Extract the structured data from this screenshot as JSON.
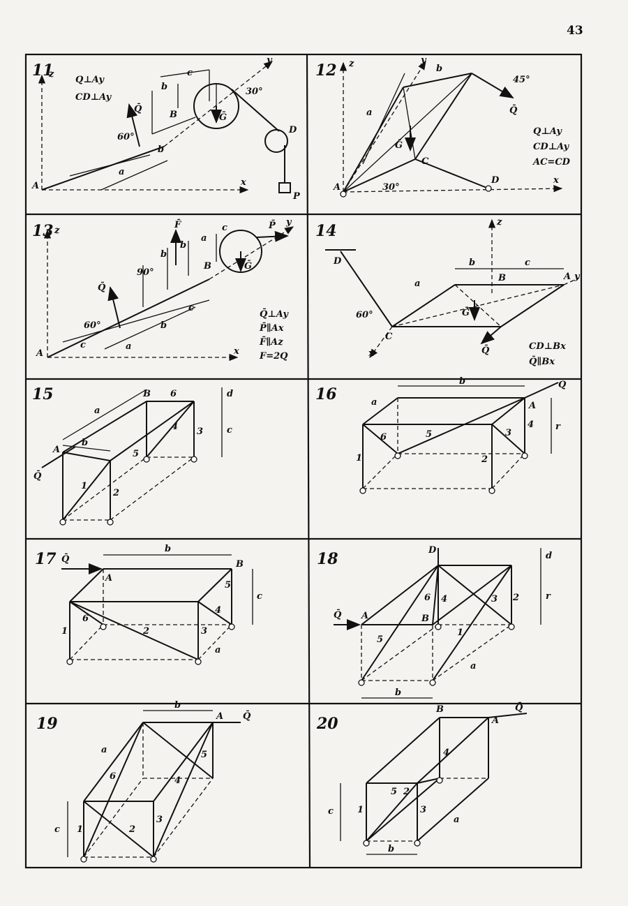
{
  "page_number": "43",
  "problems": [
    {
      "number": "11",
      "conditions": [
        "Q⊥Ay",
        "CD⊥Ay"
      ],
      "labels": {
        "A": "A",
        "B": "B",
        "D": "D",
        "P": "P",
        "x": "x",
        "y": "y",
        "z": "z",
        "a": "a",
        "b": "b",
        "c": "c",
        "Q": "Q̄",
        "G": "Ḡ",
        "angle1": "60°",
        "angle2": "30°"
      }
    },
    {
      "number": "12",
      "conditions": [
        "Q⊥Ay",
        "CD⊥Ay",
        "AC=CD"
      ],
      "labels": {
        "A": "A",
        "C": "C",
        "D": "D",
        "x": "x",
        "y": "y",
        "z": "z",
        "a": "a",
        "b": "b",
        "Q": "Q̄",
        "G": "Ḡ",
        "angle1": "30°",
        "angle2": "45°"
      }
    },
    {
      "number": "13",
      "conditions": [
        "Q̄⊥Ay",
        "P̄∥Ax",
        "F̄∥Az",
        "F=2Q"
      ],
      "labels": {
        "A": "A",
        "B": "B",
        "x": "x",
        "y": "y",
        "z": "z",
        "a": "a",
        "b": "b",
        "c": "c",
        "F": "F̄",
        "P": "P̄",
        "Q": "Q̄",
        "G": "Ḡ",
        "angle1": "60°",
        "angle2": "90°"
      }
    },
    {
      "number": "14",
      "conditions": [
        "CD⊥Bx",
        "Q̄∥Bx"
      ],
      "labels": {
        "A": "A",
        "B": "B",
        "C": "C",
        "D": "D",
        "x": "x",
        "y": "y",
        "z": "z",
        "a": "a",
        "b": "b",
        "c": "c",
        "Q": "Q̄",
        "G": "Ḡ",
        "angle1": "60°"
      }
    },
    {
      "number": "15",
      "labels": {
        "A": "A",
        "B": "B",
        "a": "a",
        "b": "b",
        "c": "c",
        "d": "d",
        "Q": "Q̄",
        "r1": "1",
        "r2": "2",
        "r3": "3",
        "r4": "4",
        "r5": "5",
        "r6": "6"
      }
    },
    {
      "number": "16",
      "labels": {
        "A": "A",
        "a": "a",
        "b": "b",
        "r": "r",
        "Q": "Q̄",
        "r1": "1",
        "r2": "2",
        "r3": "3",
        "r4": "4",
        "r5": "5",
        "r6": "6"
      }
    },
    {
      "number": "17",
      "labels": {
        "A": "A",
        "B": "B",
        "a": "a",
        "b": "b",
        "c": "c",
        "Q": "Q̄",
        "r1": "1",
        "r2": "2",
        "r3": "3",
        "r4": "4",
        "r5": "5",
        "r6": "6"
      }
    },
    {
      "number": "18",
      "labels": {
        "A": "A",
        "B": "B",
        "D": "D",
        "a": "a",
        "b": "b",
        "d": "d",
        "r": "r",
        "Q": "Q̄",
        "r1": "1",
        "r2": "2",
        "r3": "3",
        "r4": "4",
        "r5": "5",
        "r6": "6"
      }
    },
    {
      "number": "19",
      "labels": {
        "A": "A",
        "a": "a",
        "b": "b",
        "c": "c",
        "Q": "Q̄",
        "r1": "1",
        "r2": "2",
        "r3": "3",
        "r4": "4",
        "r5": "5",
        "r6": "6"
      }
    },
    {
      "number": "20",
      "labels": {
        "A": "A",
        "B": "B",
        "a": "a",
        "b": "b",
        "c": "c",
        "Q": "Q̄",
        "r1": "1",
        "r2": "2",
        "r3": "3",
        "r4": "4",
        "r5": "5"
      }
    }
  ]
}
